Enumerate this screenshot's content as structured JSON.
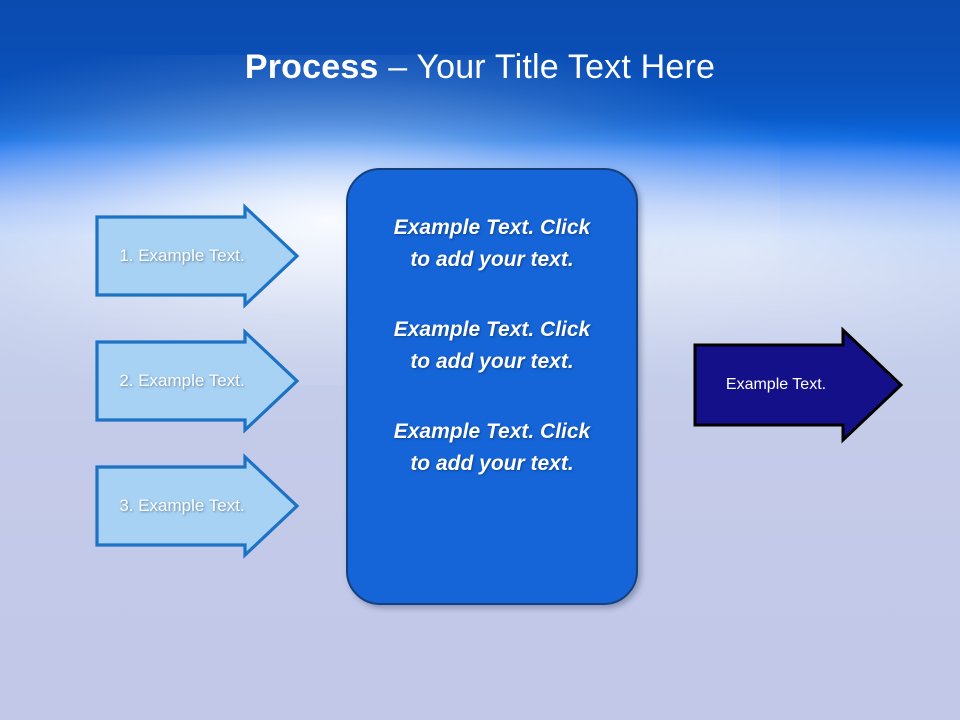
{
  "slide": {
    "title": {
      "strong": "Process",
      "rest": " – Your Title Text Here"
    }
  },
  "steps": [
    {
      "label": "1. Example Text."
    },
    {
      "label": "2. Example Text."
    },
    {
      "label": "3. Example Text."
    }
  ],
  "center": {
    "paragraphs": [
      "Example Text. Click  to add your text.",
      "Example Text. Click  to add your text.",
      "Example Text. Click  to add your text."
    ]
  },
  "result": {
    "label": "Example Text."
  },
  "colors": {
    "title_text": "#ffffff",
    "background_top": "#0a4bb0",
    "background_band": "#0d6ae2",
    "background_bottom": "#c3c9e8",
    "step_arrow_fill": "#a8d2f3",
    "step_arrow_stroke": "#1c72c4",
    "center_box_fill": "#1565d8",
    "center_box_stroke": "#15407e",
    "result_arrow_fill": "#13108a",
    "result_arrow_stroke": "#000000"
  }
}
